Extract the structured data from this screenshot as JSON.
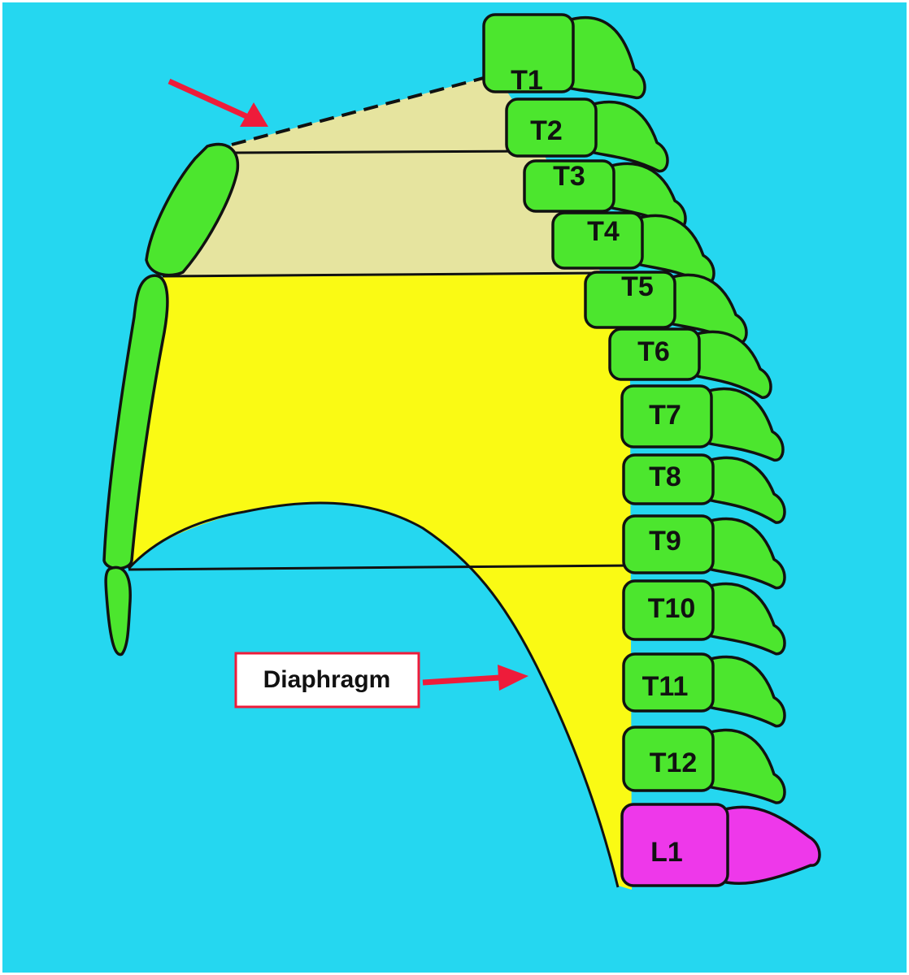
{
  "colors": {
    "border": "#25d7f0",
    "vertebra_thoracic": "#4ce62e",
    "vertebra_lumbar": "#ee38ea",
    "sternum": "#4ce62e",
    "upper_thorax_region": "#e6e49f",
    "lower_thorax_region": "#fafa14",
    "arrow": "#ee1c3a",
    "callout_border": "#ee1c3a",
    "outline": "#111111"
  },
  "vertebrae": [
    {
      "id": "t1",
      "label": "T1",
      "type": "thoracic"
    },
    {
      "id": "t2",
      "label": "T2",
      "type": "thoracic"
    },
    {
      "id": "t3",
      "label": "T3",
      "type": "thoracic"
    },
    {
      "id": "t4",
      "label": "T4",
      "type": "thoracic"
    },
    {
      "id": "t5",
      "label": "T5",
      "type": "thoracic"
    },
    {
      "id": "t6",
      "label": "T6",
      "type": "thoracic"
    },
    {
      "id": "t7",
      "label": "T7",
      "type": "thoracic"
    },
    {
      "id": "t8",
      "label": "T8",
      "type": "thoracic"
    },
    {
      "id": "t9",
      "label": "T9",
      "type": "thoracic"
    },
    {
      "id": "t10",
      "label": "T10",
      "type": "thoracic"
    },
    {
      "id": "t11",
      "label": "T11",
      "type": "thoracic"
    },
    {
      "id": "t12",
      "label": "T12",
      "type": "thoracic"
    },
    {
      "id": "l1",
      "label": "L1",
      "type": "lumbar"
    }
  ],
  "callout": {
    "label": "Diaphragm"
  },
  "icons": {
    "thoracic_inlet_pointer": "arrow-icon",
    "diaphragm_pointer": "arrow-icon"
  }
}
